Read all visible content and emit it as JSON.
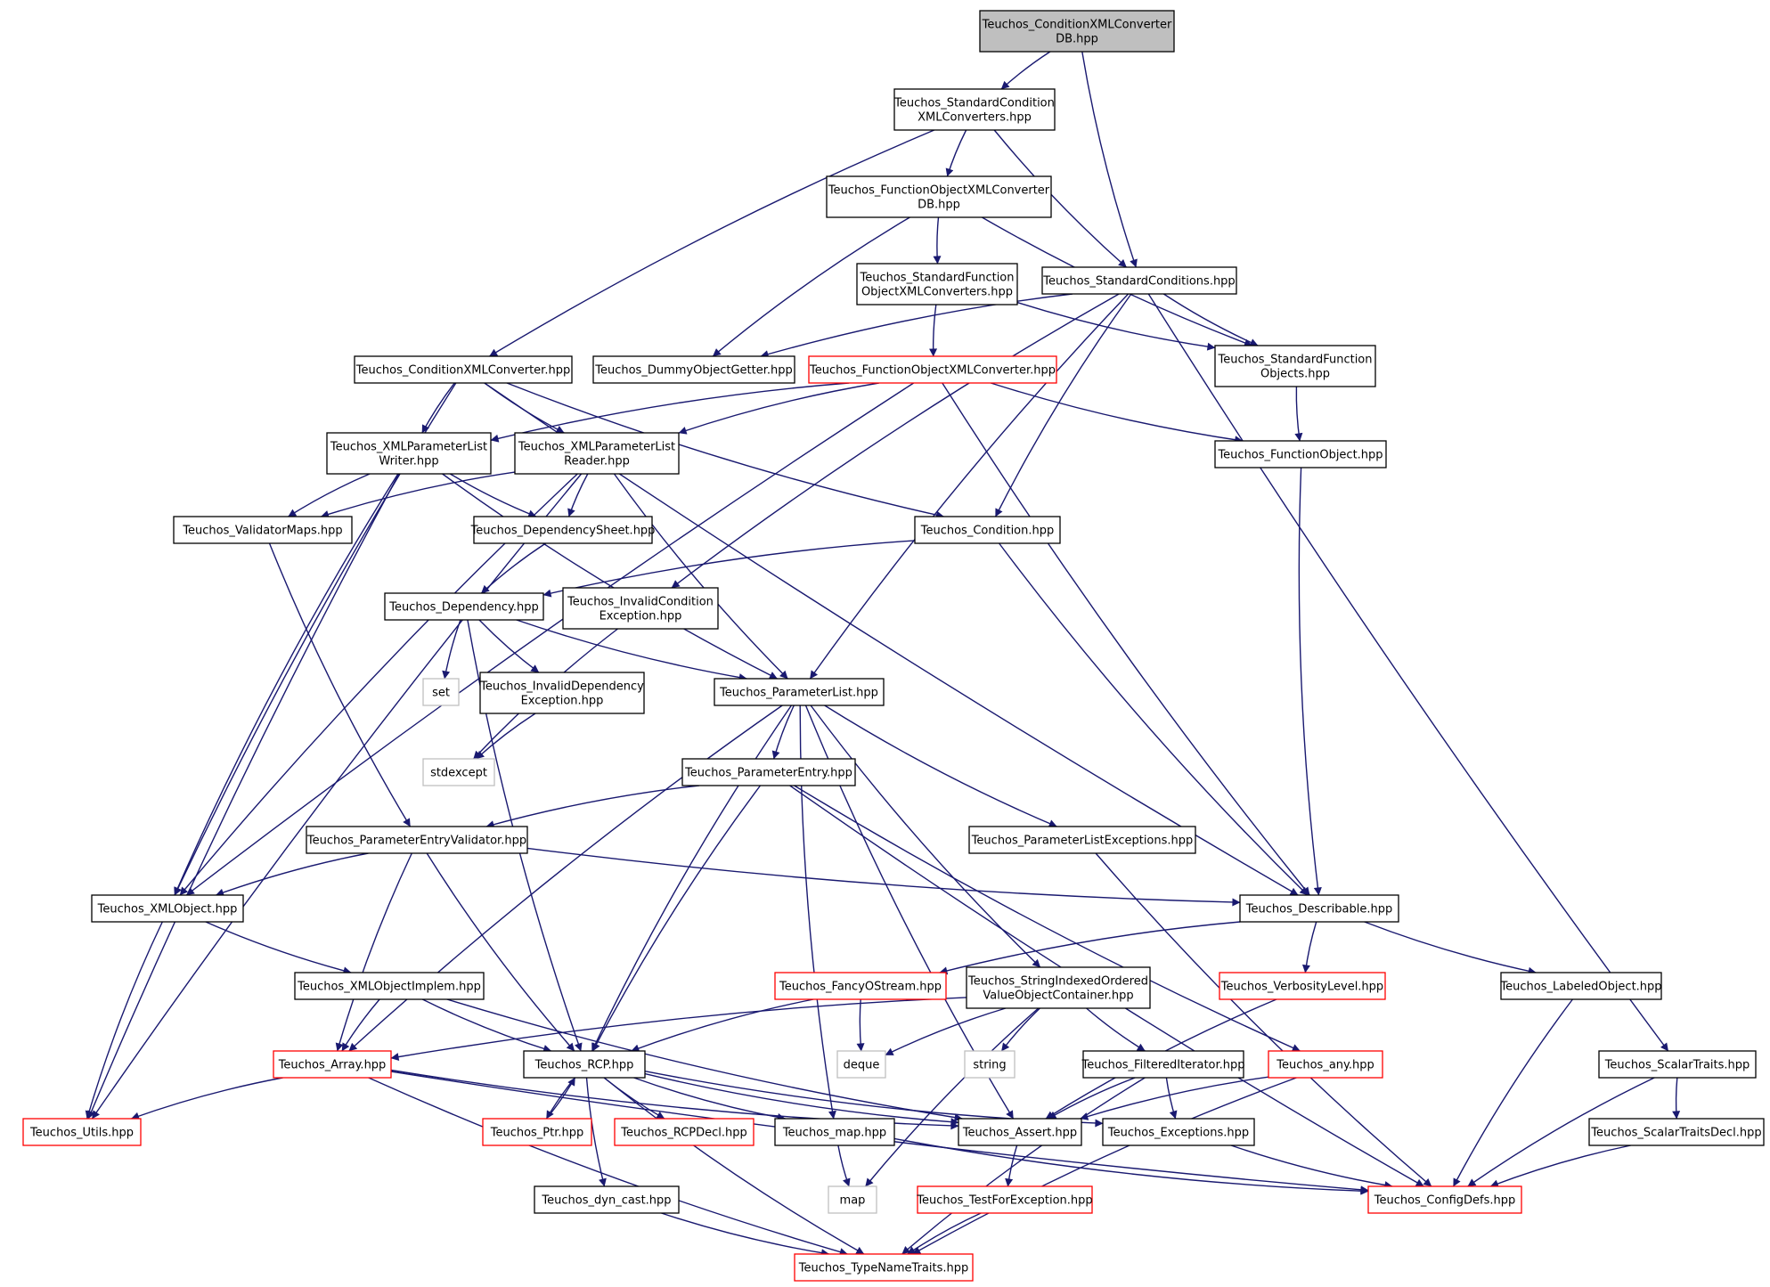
{
  "colors": {
    "edge": "#191970",
    "root_fill": "#bfbfbf",
    "box_fill": "#ffffff",
    "stroke_normal": "#000000",
    "stroke_incomplete": "#ff0000",
    "stroke_external": "#bfbfbf"
  },
  "nodes": {
    "root": {
      "lines": [
        "Teuchos_ConditionXMLConverter",
        "DB.hpp"
      ],
      "kind": "root"
    },
    "stdCondXml": {
      "lines": [
        "Teuchos_StandardCondition",
        "XMLConverters.hpp"
      ],
      "kind": "normal"
    },
    "funcObjXmlDB": {
      "lines": [
        "Teuchos_FunctionObjectXMLConverter",
        "DB.hpp"
      ],
      "kind": "normal"
    },
    "stdFuncObjXml": {
      "lines": [
        "Teuchos_StandardFunction",
        "ObjectXMLConverters.hpp"
      ],
      "kind": "normal"
    },
    "stdConditions": {
      "lines": [
        "Teuchos_StandardConditions.hpp"
      ],
      "kind": "normal"
    },
    "condXmlConv": {
      "lines": [
        "Teuchos_ConditionXMLConverter.hpp"
      ],
      "kind": "normal"
    },
    "dummyGetter": {
      "lines": [
        "Teuchos_DummyObjectGetter.hpp"
      ],
      "kind": "normal"
    },
    "funcObjXmlConv": {
      "lines": [
        "Teuchos_FunctionObjectXMLConverter.hpp"
      ],
      "kind": "incomplete"
    },
    "stdFuncObjs": {
      "lines": [
        "Teuchos_StandardFunction",
        "Objects.hpp"
      ],
      "kind": "normal"
    },
    "xmlPLWriter": {
      "lines": [
        "Teuchos_XMLParameterList",
        "Writer.hpp"
      ],
      "kind": "normal"
    },
    "xmlPLReader": {
      "lines": [
        "Teuchos_XMLParameterList",
        "Reader.hpp"
      ],
      "kind": "normal"
    },
    "funcObj": {
      "lines": [
        "Teuchos_FunctionObject.hpp"
      ],
      "kind": "normal"
    },
    "validatorMaps": {
      "lines": [
        "Teuchos_ValidatorMaps.hpp"
      ],
      "kind": "normal"
    },
    "depSheet": {
      "lines": [
        "Teuchos_DependencySheet.hpp"
      ],
      "kind": "normal"
    },
    "condition": {
      "lines": [
        "Teuchos_Condition.hpp"
      ],
      "kind": "normal"
    },
    "dependency": {
      "lines": [
        "Teuchos_Dependency.hpp"
      ],
      "kind": "normal"
    },
    "invalidCondExc": {
      "lines": [
        "Teuchos_InvalidCondition",
        "Exception.hpp"
      ],
      "kind": "normal"
    },
    "set": {
      "lines": [
        "set"
      ],
      "kind": "external"
    },
    "invalidDepExc": {
      "lines": [
        "Teuchos_InvalidDependency",
        "Exception.hpp"
      ],
      "kind": "normal"
    },
    "paramList": {
      "lines": [
        "Teuchos_ParameterList.hpp"
      ],
      "kind": "normal"
    },
    "stdexcept": {
      "lines": [
        "stdexcept"
      ],
      "kind": "external"
    },
    "paramEntry": {
      "lines": [
        "Teuchos_ParameterEntry.hpp"
      ],
      "kind": "normal"
    },
    "paramEntryValidator": {
      "lines": [
        "Teuchos_ParameterEntryValidator.hpp"
      ],
      "kind": "normal"
    },
    "plExceptions": {
      "lines": [
        "Teuchos_ParameterListExceptions.hpp"
      ],
      "kind": "normal"
    },
    "xmlObject": {
      "lines": [
        "Teuchos_XMLObject.hpp"
      ],
      "kind": "normal"
    },
    "describable": {
      "lines": [
        "Teuchos_Describable.hpp"
      ],
      "kind": "normal"
    },
    "xmlObjectImplem": {
      "lines": [
        "Teuchos_XMLObjectImplem.hpp"
      ],
      "kind": "normal"
    },
    "fancyOStream": {
      "lines": [
        "Teuchos_FancyOStream.hpp"
      ],
      "kind": "incomplete"
    },
    "sioVoc": {
      "lines": [
        "Teuchos_StringIndexedOrdered",
        "ValueObjectContainer.hpp"
      ],
      "kind": "normal"
    },
    "verbosity": {
      "lines": [
        "Teuchos_VerbosityLevel.hpp"
      ],
      "kind": "incomplete"
    },
    "labeledObject": {
      "lines": [
        "Teuchos_LabeledObject.hpp"
      ],
      "kind": "normal"
    },
    "array": {
      "lines": [
        "Teuchos_Array.hpp"
      ],
      "kind": "incomplete"
    },
    "rcp": {
      "lines": [
        "Teuchos_RCP.hpp"
      ],
      "kind": "normal"
    },
    "deque": {
      "lines": [
        "deque"
      ],
      "kind": "external"
    },
    "string": {
      "lines": [
        "string"
      ],
      "kind": "external"
    },
    "filteredIter": {
      "lines": [
        "Teuchos_FilteredIterator.hpp"
      ],
      "kind": "normal"
    },
    "any": {
      "lines": [
        "Teuchos_any.hpp"
      ],
      "kind": "incomplete"
    },
    "scalarTraits": {
      "lines": [
        "Teuchos_ScalarTraits.hpp"
      ],
      "kind": "normal"
    },
    "utils": {
      "lines": [
        "Teuchos_Utils.hpp"
      ],
      "kind": "incomplete"
    },
    "ptr": {
      "lines": [
        "Teuchos_Ptr.hpp"
      ],
      "kind": "incomplete"
    },
    "rcpDecl": {
      "lines": [
        "Teuchos_RCPDecl.hpp"
      ],
      "kind": "incomplete"
    },
    "map_hpp": {
      "lines": [
        "Teuchos_map.hpp"
      ],
      "kind": "normal"
    },
    "assert": {
      "lines": [
        "Teuchos_Assert.hpp"
      ],
      "kind": "normal"
    },
    "exceptions": {
      "lines": [
        "Teuchos_Exceptions.hpp"
      ],
      "kind": "normal"
    },
    "scalarTraitsDecl": {
      "lines": [
        "Teuchos_ScalarTraitsDecl.hpp"
      ],
      "kind": "normal"
    },
    "map": {
      "lines": [
        "map"
      ],
      "kind": "external"
    },
    "dynCast": {
      "lines": [
        "Teuchos_dyn_cast.hpp"
      ],
      "kind": "normal"
    },
    "testForExc": {
      "lines": [
        "Teuchos_TestForException.hpp"
      ],
      "kind": "incomplete"
    },
    "configDefs": {
      "lines": [
        "Teuchos_ConfigDefs.hpp"
      ],
      "kind": "incomplete"
    },
    "typeNameTraits": {
      "lines": [
        "Teuchos_TypeNameTraits.hpp"
      ],
      "kind": "incomplete"
    }
  },
  "edges": [
    [
      "root",
      "stdCondXml"
    ],
    [
      "root",
      "stdConditions"
    ],
    [
      "stdCondXml",
      "funcObjXmlDB"
    ],
    [
      "stdCondXml",
      "condXmlConv"
    ],
    [
      "stdCondXml",
      "stdConditions"
    ],
    [
      "funcObjXmlDB",
      "stdFuncObjXml"
    ],
    [
      "funcObjXmlDB",
      "dummyGetter"
    ],
    [
      "funcObjXmlDB",
      "stdFuncObjs"
    ],
    [
      "stdFuncObjXml",
      "funcObjXmlConv"
    ],
    [
      "stdFuncObjXml",
      "stdFuncObjs"
    ],
    [
      "stdConditions",
      "dummyGetter"
    ],
    [
      "stdConditions",
      "stdFuncObjs"
    ],
    [
      "stdConditions",
      "condition"
    ],
    [
      "stdConditions",
      "invalidCondExc"
    ],
    [
      "stdConditions",
      "paramList"
    ],
    [
      "stdConditions",
      "scalarTraits"
    ],
    [
      "condXmlConv",
      "xmlPLWriter"
    ],
    [
      "condXmlConv",
      "xmlPLReader"
    ],
    [
      "condXmlConv",
      "condition"
    ],
    [
      "condXmlConv",
      "xmlObject"
    ],
    [
      "condXmlConv",
      "describable"
    ],
    [
      "funcObjXmlConv",
      "xmlPLWriter"
    ],
    [
      "funcObjXmlConv",
      "xmlPLReader"
    ],
    [
      "funcObjXmlConv",
      "funcObj"
    ],
    [
      "funcObjXmlConv",
      "xmlObject"
    ],
    [
      "funcObjXmlConv",
      "describable"
    ],
    [
      "stdFuncObjs",
      "funcObj"
    ],
    [
      "funcObj",
      "describable"
    ],
    [
      "xmlPLWriter",
      "validatorMaps"
    ],
    [
      "xmlPLWriter",
      "depSheet"
    ],
    [
      "xmlPLWriter",
      "xmlObject"
    ],
    [
      "xmlPLWriter",
      "utils"
    ],
    [
      "xmlPLWriter",
      "paramList"
    ],
    [
      "xmlPLReader",
      "validatorMaps"
    ],
    [
      "xmlPLReader",
      "depSheet"
    ],
    [
      "xmlPLReader",
      "paramList"
    ],
    [
      "xmlPLReader",
      "xmlObject"
    ],
    [
      "xmlPLReader",
      "utils"
    ],
    [
      "validatorMaps",
      "paramEntryValidator"
    ],
    [
      "depSheet",
      "dependency"
    ],
    [
      "condition",
      "dependency"
    ],
    [
      "condition",
      "describable"
    ],
    [
      "dependency",
      "set"
    ],
    [
      "dependency",
      "invalidDepExc"
    ],
    [
      "dependency",
      "paramList"
    ],
    [
      "dependency",
      "rcp"
    ],
    [
      "invalidCondExc",
      "stdexcept"
    ],
    [
      "invalidDepExc",
      "stdexcept"
    ],
    [
      "paramList",
      "paramEntry"
    ],
    [
      "paramList",
      "plExceptions"
    ],
    [
      "paramList",
      "sioVoc"
    ],
    [
      "paramList",
      "array"
    ],
    [
      "paramList",
      "rcp"
    ],
    [
      "paramList",
      "map_hpp"
    ],
    [
      "paramList",
      "assert"
    ],
    [
      "paramEntry",
      "paramEntryValidator"
    ],
    [
      "paramEntry",
      "rcp"
    ],
    [
      "paramEntry",
      "any"
    ],
    [
      "paramEntry",
      "configDefs"
    ],
    [
      "paramEntryValidator",
      "xmlObject"
    ],
    [
      "paramEntryValidator",
      "describable"
    ],
    [
      "paramEntryValidator",
      "array"
    ],
    [
      "paramEntryValidator",
      "rcp"
    ],
    [
      "plExceptions",
      "configDefs"
    ],
    [
      "xmlObject",
      "xmlObjectImplem"
    ],
    [
      "xmlObject",
      "utils"
    ],
    [
      "describable",
      "fancyOStream"
    ],
    [
      "describable",
      "verbosity"
    ],
    [
      "describable",
      "labeledObject"
    ],
    [
      "xmlObjectImplem",
      "array"
    ],
    [
      "xmlObjectImplem",
      "rcp"
    ],
    [
      "xmlObjectImplem",
      "assert"
    ],
    [
      "fancyOStream",
      "rcp"
    ],
    [
      "fancyOStream",
      "deque"
    ],
    [
      "sioVoc",
      "array"
    ],
    [
      "sioVoc",
      "deque"
    ],
    [
      "sioVoc",
      "string"
    ],
    [
      "sioVoc",
      "filteredIter"
    ],
    [
      "sioVoc",
      "map"
    ],
    [
      "verbosity",
      "assert"
    ],
    [
      "labeledObject",
      "configDefs"
    ],
    [
      "array",
      "utils"
    ],
    [
      "array",
      "assert"
    ],
    [
      "array",
      "configDefs"
    ],
    [
      "array",
      "typeNameTraits"
    ],
    [
      "rcp",
      "ptr"
    ],
    [
      "rcp",
      "rcpDecl"
    ],
    [
      "rcp",
      "map_hpp"
    ],
    [
      "rcp",
      "assert"
    ],
    [
      "rcp",
      "exceptions"
    ],
    [
      "rcp",
      "dynCast"
    ],
    [
      "rcp",
      "typeNameTraits"
    ],
    [
      "ptr",
      "rcp"
    ],
    [
      "filteredIter",
      "assert"
    ],
    [
      "filteredIter",
      "exceptions"
    ],
    [
      "filteredIter",
      "typeNameTraits"
    ],
    [
      "any",
      "assert"
    ],
    [
      "any",
      "typeNameTraits"
    ],
    [
      "scalarTraits",
      "scalarTraitsDecl"
    ],
    [
      "scalarTraits",
      "configDefs"
    ],
    [
      "scalarTraitsDecl",
      "configDefs"
    ],
    [
      "map_hpp",
      "map"
    ],
    [
      "map_hpp",
      "configDefs"
    ],
    [
      "assert",
      "testForExc"
    ],
    [
      "exceptions",
      "configDefs"
    ],
    [
      "testForExc",
      "typeNameTraits"
    ],
    [
      "dynCast",
      "typeNameTraits"
    ]
  ]
}
